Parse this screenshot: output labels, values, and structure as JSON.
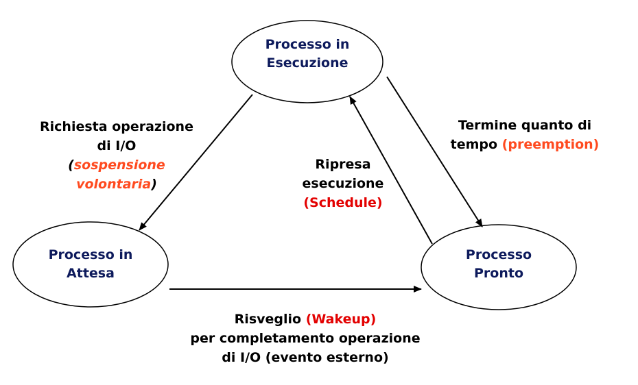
{
  "colors": {
    "node_text": "#0d1a5c",
    "edge_text": "#000000",
    "highlight_red": "#e30000",
    "highlight_orange": "#ff4a1f",
    "stroke": "#000000"
  },
  "nodes": {
    "esecuzione": {
      "line1": "Processo in",
      "line2": "Esecuzione"
    },
    "attesa": {
      "line1": "Processo in",
      "line2": "Attesa"
    },
    "pronto": {
      "line1": "Processo",
      "line2": "Pronto"
    }
  },
  "edges": {
    "io_request": {
      "line1": "Richiesta operazione",
      "line2": "di I/O",
      "paren_open": "(",
      "highlight_line1": "sospensione",
      "highlight_line2": "volontaria",
      "paren_close": ")"
    },
    "schedule": {
      "line1": "Ripresa",
      "line2": "esecuzione",
      "highlight": "(Schedule)"
    },
    "preemption": {
      "line1": "Termine quanto di",
      "line2_prefix": "tempo ",
      "highlight": "(preemption)"
    },
    "wakeup": {
      "line1_prefix": "Risveglio ",
      "highlight": "(Wakeup)",
      "line2": "per completamento operazione",
      "line3": "di I/O (evento esterno)"
    }
  }
}
